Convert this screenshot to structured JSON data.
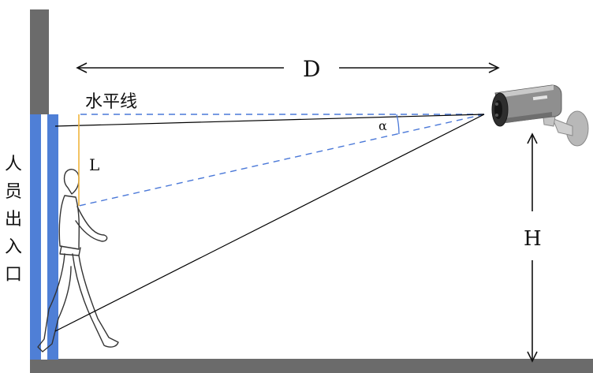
{
  "labels": {
    "distance": "D",
    "horizontal_line": "水平线",
    "vertical_span": "L",
    "angle": "α",
    "height": "H",
    "entrance": [
      "人",
      "员",
      "出",
      "入",
      "口"
    ]
  },
  "colors": {
    "wall": "#6b6b6b",
    "floor": "#6b6b6b",
    "door_frame": "#4f7fd6",
    "dashed_line": "#4a78d8",
    "solid_line": "#000000",
    "span_marker": "#f0b43c",
    "arrow": "#111111"
  },
  "icons": {
    "camera": "bullet-camera-icon",
    "person": "walking-person-icon"
  }
}
